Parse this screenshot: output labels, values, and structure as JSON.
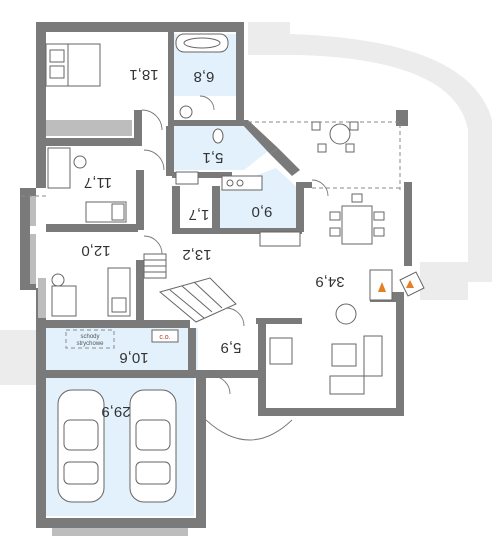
{
  "rooms": {
    "bedroom_main": "18,1",
    "bathroom": "6,8",
    "wc": "5,1",
    "bedroom_2": "11,7",
    "bedroom_3": "12,0",
    "pantry": "1,7",
    "kitchen": "9,0",
    "hall": "13,2",
    "living": "34,9",
    "entrance": "10,6",
    "vestibule": "5,9",
    "garage": "29,9"
  },
  "labels": {
    "attic_stairs_line1": "schody",
    "attic_stairs_line2": "strychowe",
    "boiler": "c.o."
  },
  "colors": {
    "wall": "#7a7a7a",
    "floor_highlight": "#e2f1fb",
    "terrace": "#ececec"
  }
}
